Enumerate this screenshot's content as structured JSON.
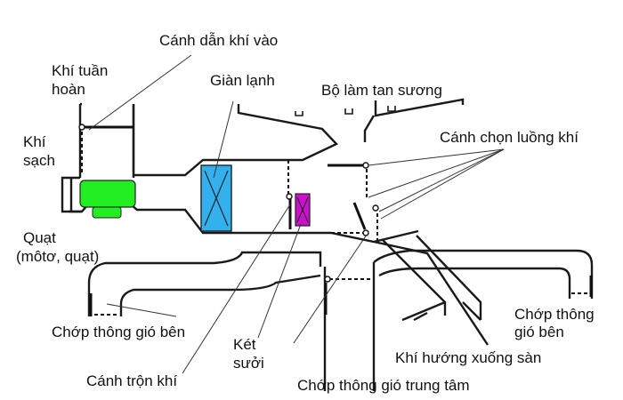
{
  "labels": {
    "intake_flap": "Cánh dẫn khí vào",
    "recirc_air_line1": "Khí tuần",
    "recirc_air_line2": "hoàn",
    "fresh_air_line1": "Khí",
    "fresh_air_line2": "sạch",
    "evaporator": "Giàn lạnh",
    "defroster": "Bộ làm tan sương",
    "mode_flaps": "Cánh chọn luồng khí",
    "fan_line1": "Quạt",
    "fan_line2": "(môtơ, quạt)",
    "side_vent_left": "Chớp thông gió bên",
    "side_vent_right_line1": "Chớp thông",
    "side_vent_right_line2": "gió bên",
    "heater_core_line1": "Két",
    "heater_core_line2": "sưởi",
    "floor_air": "Khí hướng xuống sàn",
    "mix_flap": "Cánh trộn khí",
    "center_vent": "Chớp thông gió trung tâm"
  },
  "colors": {
    "line": "#1a1a1a",
    "fan_fill": "#22ee22",
    "evaporator_fill": "#33b0ee",
    "heater_fill": "#cc11cc"
  }
}
